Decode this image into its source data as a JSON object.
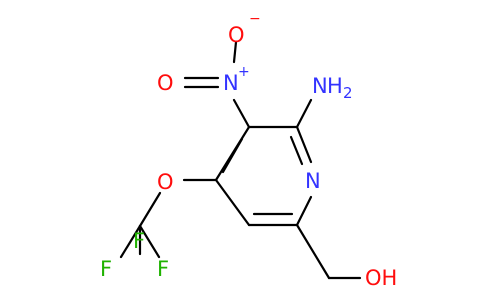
{
  "molecule": {
    "atoms": {
      "amino_N": "N",
      "amino_H": "H",
      "amino_sub": "2",
      "ring_N": "N",
      "nitro_N": "N",
      "nitro_plus": "+",
      "nitro_O_left": "O",
      "nitro_O_top": "O",
      "nitro_minus": "−",
      "ether_O": "O",
      "F_top": "F",
      "F_left": "F",
      "F_right": "F",
      "hydroxyl": "OH"
    },
    "colors": {
      "nitrogen": "#3333ff",
      "oxygen": "#ff0d0d",
      "fluorine": "#1fb200",
      "bond": "#000000"
    }
  }
}
